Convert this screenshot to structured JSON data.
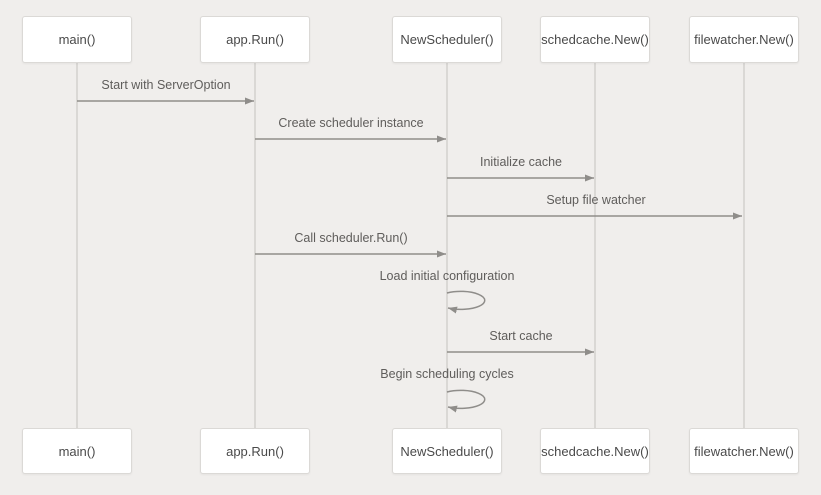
{
  "diagram": {
    "type": "sequence",
    "participants": [
      {
        "id": "main",
        "label": "main()"
      },
      {
        "id": "app_run",
        "label": "app.Run()"
      },
      {
        "id": "new_scheduler",
        "label": "NewScheduler()"
      },
      {
        "id": "schedcache_new",
        "label": "schedcache.New()"
      },
      {
        "id": "filewatcher_new",
        "label": "filewatcher.New()"
      }
    ],
    "messages": [
      {
        "label": "Start with ServerOption",
        "from": "main",
        "to": "app_run",
        "type": "arrow"
      },
      {
        "label": "Create scheduler instance",
        "from": "app_run",
        "to": "new_scheduler",
        "type": "arrow"
      },
      {
        "label": "Initialize cache",
        "from": "new_scheduler",
        "to": "schedcache_new",
        "type": "arrow"
      },
      {
        "label": "Setup file watcher",
        "from": "new_scheduler",
        "to": "filewatcher_new",
        "type": "arrow"
      },
      {
        "label": "Call scheduler.Run()",
        "from": "app_run",
        "to": "new_scheduler",
        "type": "arrow"
      },
      {
        "label": "Load initial configuration",
        "from": "new_scheduler",
        "to": "new_scheduler",
        "type": "self"
      },
      {
        "label": "Start cache",
        "from": "new_scheduler",
        "to": "schedcache_new",
        "type": "arrow"
      },
      {
        "label": "Begin scheduling cycles",
        "from": "new_scheduler",
        "to": "new_scheduler",
        "type": "self"
      }
    ],
    "colors": {
      "background": "#f0eeec",
      "box_background": "#ffffff",
      "box_border": "#dbd9d6",
      "box_text": "#4a4a4a",
      "message_text": "#5f5d5b",
      "arrow": "#8f8d8a",
      "lifeline": "#d2d0cd"
    }
  }
}
